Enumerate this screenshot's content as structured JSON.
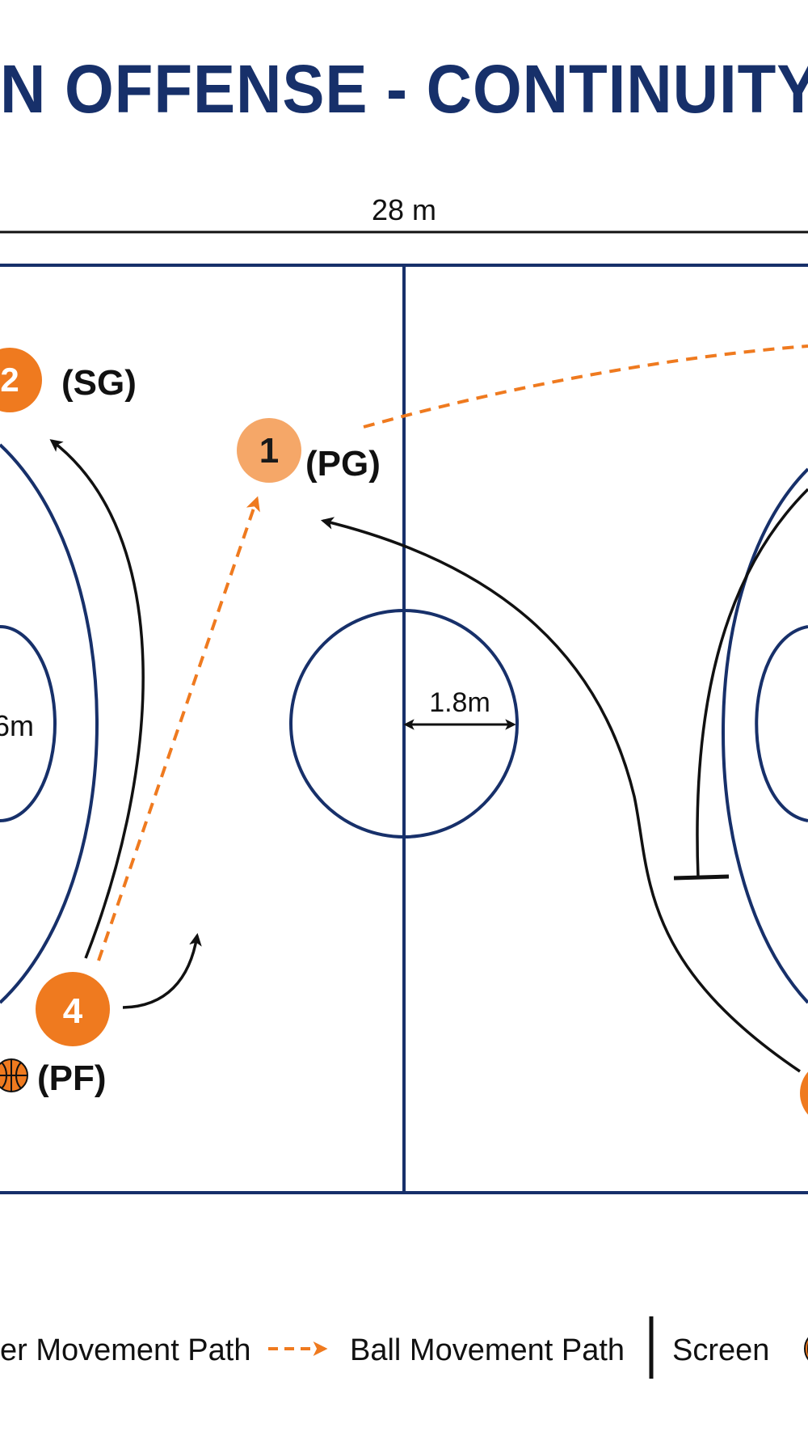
{
  "title": "N OFFENSE - CONTINUITY",
  "dimensions": {
    "court_length": "28 m",
    "center_circle_radius": "1.8m",
    "partial_radius": "6m"
  },
  "players": [
    {
      "number": "2",
      "position": "(SG)"
    },
    {
      "number": "1",
      "position": "(PG)"
    },
    {
      "number": "4",
      "position": "(PF)"
    }
  ],
  "legend": {
    "player_movement": "er Movement Path",
    "ball_movement": "Ball Movement Path",
    "screen": "Screen"
  },
  "colors": {
    "court_lines": "#17306a",
    "title": "#17306a",
    "player_orange": "#ef7a1f",
    "player_light_orange": "#f5a768",
    "ball_path": "#ef7a1f",
    "movement_path": "#111111"
  }
}
